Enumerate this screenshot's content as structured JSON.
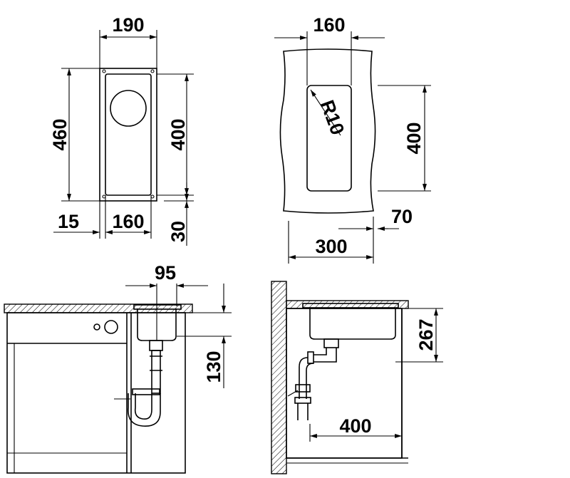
{
  "top_view": {
    "dim_width_outer": "190",
    "dim_height_outer": "460",
    "dim_height_inner": "400",
    "dim_left_offset": "15",
    "dim_width_inner": "160",
    "dim_bottom_offset": "30"
  },
  "cutout_view": {
    "dim_width": "160",
    "dim_radius": "R10",
    "dim_height": "400",
    "dim_overall_width": "300",
    "dim_offset": "70"
  },
  "front_view": {
    "dim_waste_offset": "95",
    "dim_depth": "130"
  },
  "side_view": {
    "dim_height": "267",
    "dim_depth": "400"
  }
}
